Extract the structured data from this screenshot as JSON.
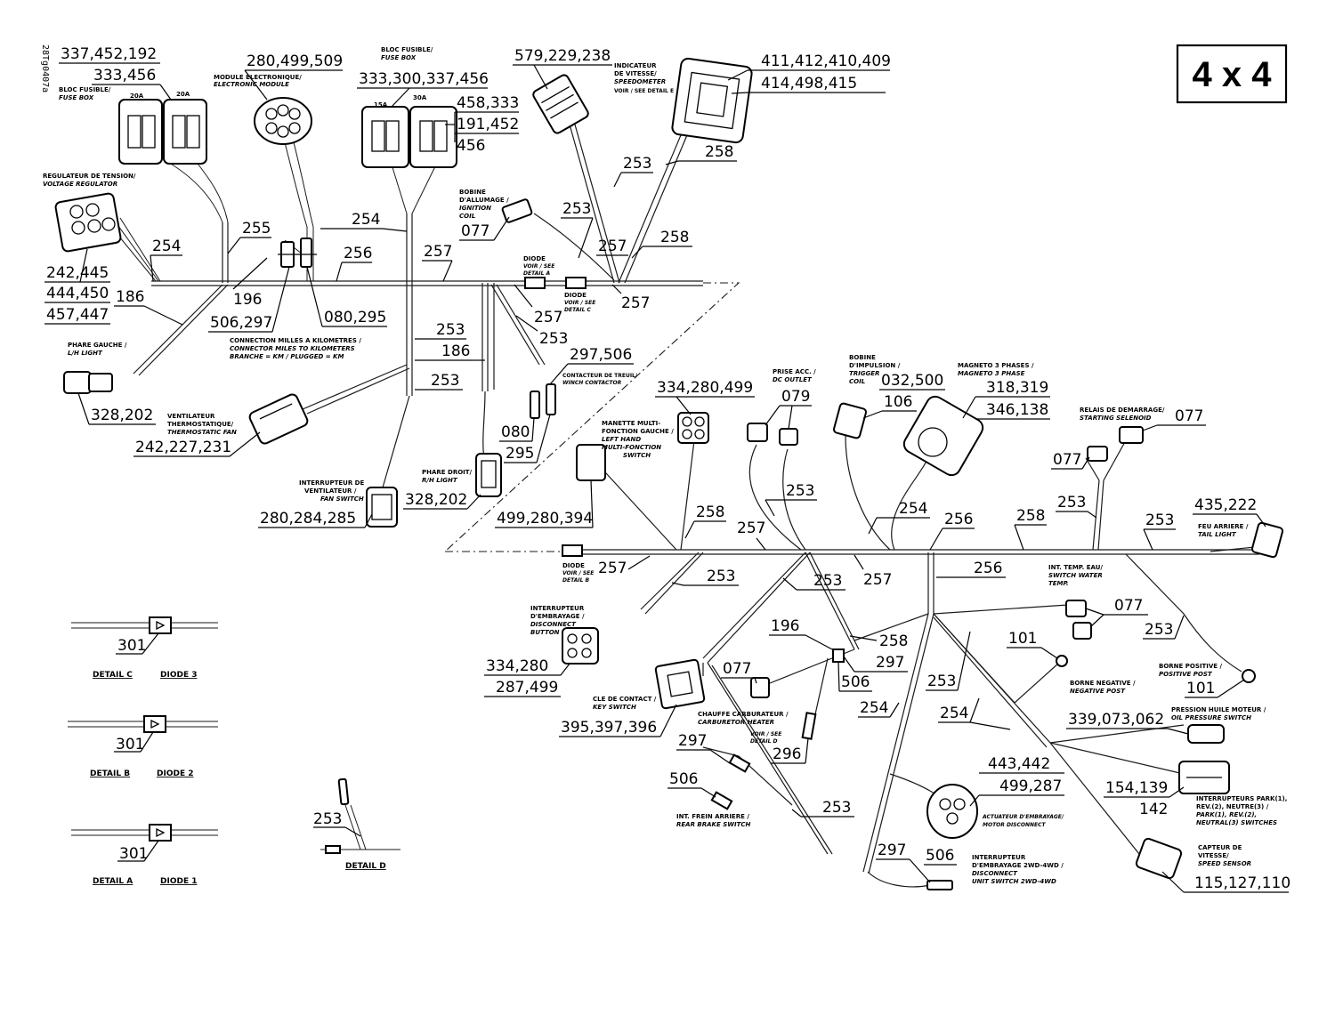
{
  "title": "4 x 4",
  "doc_id": "28Tg0407a",
  "details": [
    {
      "label": "DETAIL C",
      "diode": "DIODE 3",
      "part": "301"
    },
    {
      "label": "DETAIL B",
      "diode": "DIODE 2",
      "part": "301"
    },
    {
      "label": "DETAIL A",
      "diode": "DIODE 1",
      "part": "301"
    },
    {
      "label": "DETAIL D",
      "part": "253"
    }
  ],
  "components": {
    "fuse_box_left": {
      "fr": "BLOC FUSIBLE/",
      "en": "FUSE BOX",
      "amp1": "20A",
      "amp2": "20A",
      "parts_1": "337,452,192",
      "parts_2": "333,456"
    },
    "electronic_module": {
      "fr": "MODULE ELECTRONIQUE/",
      "en": "ELECTRONIC MODULE",
      "parts": "280,499,509"
    },
    "fuse_box_right": {
      "fr": "BLOC FUSIBLE/",
      "en": "FUSE BOX",
      "amp1": "15A",
      "amp2": "30A",
      "parts_1": "333,300,337,456",
      "parts_2": "458,333",
      "parts_3": "191,452",
      "parts_4": "456"
    },
    "speedometer": {
      "fr": "INDICATEUR",
      "fr2": "DE VITESSE/",
      "en": "SPEEDOMETER",
      "note": "VOIR / SEE DETAIL E",
      "parts_1": "411,412,410,409",
      "parts_2": "414,498,415"
    },
    "connector_top": {
      "parts": "579,229,238"
    },
    "voltage_regulator": {
      "fr": "REGULATEUR DE TENSION/",
      "en": "VOLTAGE REGULATOR",
      "parts_1": "242,445",
      "parts_2": "444,450",
      "parts_3": "457,447"
    },
    "ignition_coil": {
      "fr1": "BOBINE",
      "fr2": "D'ALLUMAGE /",
      "en1": "IGNITION",
      "en2": "COIL",
      "parts": "077"
    },
    "diode_a": {
      "t1": "DIODE",
      "t2": "VOIR / SEE",
      "t3": "DETAIL A"
    },
    "diode_c": {
      "t1": "DIODE",
      "t2": "VOIR / SEE",
      "t3": "DETAIL C"
    },
    "diode_b": {
      "t1": "DIODE",
      "t2": "VOIR / SEE",
      "t3": "DETAIL B"
    },
    "lh_light": {
      "fr": "PHARE GAUCHE /",
      "en": "L/H LIGHT",
      "parts": "328,202"
    },
    "miles_km": {
      "fr": "CONNECTION MILLES A KILOMETRES /",
      "en": "CONNECTOR MILES TO KILOMETERS",
      "note": "BRANCHE = KM / PLUGGED = KM",
      "parts_1": "506,297",
      "parts_2": "080,295"
    },
    "fan": {
      "fr1": "VENTILATEUR",
      "fr2": "THERMOSTATIQUE/",
      "en": "THERMOSTATIC FAN",
      "parts": "242,227,231"
    },
    "winch": {
      "t": "CONTACTEUR DE TREUIL/",
      "en": "WINCH CONTACTOR",
      "parts": "297,506"
    },
    "rh_light": {
      "fr": "PHARE DROIT/",
      "en": "R/H LIGHT",
      "parts": "328,202",
      "p1": "080",
      "p2": "295"
    },
    "fan_switch": {
      "fr1": "INTERRUPTEUR DE",
      "fr2": "VENTILATEUR /",
      "en": "FAN SWITCH",
      "parts": "280,284,285"
    },
    "lh_switch": {
      "fr1": "MANETTE MULTI-",
      "fr2": "FONCTION GAUCHE /",
      "en1": "LEFT HAND",
      "en2": "MULTI-FONCTION",
      "en3": "SWITCH",
      "parts_1": "334,280,499",
      "parts_2": "499,280,394"
    },
    "dc_outlet": {
      "fr": "PRISE ACC. /",
      "en": "DC OUTLET",
      "parts": "079"
    },
    "trigger_coil": {
      "fr1": "BOBINE",
      "fr2": "D'IMPULSION /",
      "en1": "TRIGGER",
      "en2": "COIL",
      "parts_1": "032,500",
      "parts_2": "106"
    },
    "magneto": {
      "fr": "MAGNETO 3 PHASES /",
      "en": "MAGNETO 3 PHASE",
      "parts_1": "318,319",
      "parts_2": "346,138"
    },
    "starting_solenoid": {
      "fr": "RELAIS DE DEMARRAGE/",
      "en": "STARTING SELENOID",
      "p1": "077",
      "p2": "077"
    },
    "tail_light": {
      "fr": "FEU ARRIERE /",
      "en": "TAIL LIGHT",
      "parts": "435,222"
    },
    "disconnect_button": {
      "fr1": "INTERRUPTEUR",
      "fr2": "D'EMBRAYAGE /",
      "en1": "DISCONNECT",
      "en2": "BUTTON",
      "parts_1": "334,280",
      "parts_2": "287,499"
    },
    "key_switch": {
      "fr": "CLE DE CONTACT /",
      "en": "KEY SWITCH",
      "parts": "395,397,396"
    },
    "water_temp": {
      "fr": "INT. TEMP. EAU/",
      "en1": "SWITCH WATER",
      "en2": "TEMP.",
      "parts": "077"
    },
    "negative_post": {
      "fr": "BORNE NEGATIVE /",
      "en": "NEGATIVE POST",
      "parts": "101"
    },
    "positive_post": {
      "fr": "BORNE POSITIVE /",
      "en": "POSITIVE POST",
      "parts": "101"
    },
    "oil_pressure": {
      "fr": "PRESSION HUILE MOTEUR /",
      "en": "OIL PRESSURE SWITCH",
      "parts": "339,073,062"
    },
    "carb_heater": {
      "fr": "CHAUFFE CARBURATEUR /",
      "en": "CARBURETOR HEATER",
      "p1": "077",
      "p2": "506"
    },
    "park_switches": {
      "t1": "INTERRUPTEURS PARK(1),",
      "t2": "REV.(2), NEUTRE(3) /",
      "t3": "PARK(1), REV.(2),",
      "t4": "NEUTRAL(3) SWITCHES",
      "parts_1": "154,139",
      "parts_2": "142"
    },
    "motor_disconnect": {
      "fr": "ACTUATEUR D'EMBRAYAGE/",
      "en": "MOTOR DISCONNECT",
      "parts_1": "443,442",
      "parts_2": "499,287"
    },
    "speed_sensor": {
      "fr1": "CAPTEUR DE",
      "fr2": "VITESSE/",
      "en": "SPEED SENSOR",
      "parts": "115,127,110"
    },
    "rear_brake": {
      "fr": "INT. FREIN ARRIERE /",
      "en": "REAR BRAKE SWITCH",
      "p1": "297",
      "p2": "506"
    },
    "unit_switch": {
      "t1": "INTERRUPTEUR",
      "t2": "D'EMBRAYAGE 2WD-4WD /",
      "t3": "DISCONNECT",
      "t4": "UNIT SWITCH 2WD-4WD",
      "p1": "297",
      "p2": "506"
    },
    "detail_d_ref": {
      "t1": "VOIR / SEE",
      "t2": "DETAIL D",
      "p": "296"
    }
  },
  "wire_labels": {
    "w186a": "186",
    "w254a": "254",
    "w255": "255",
    "w196a": "196",
    "w254b": "254",
    "w256a": "256",
    "w257a": "257",
    "w253a": "253",
    "w257b": "257",
    "w258a": "258",
    "w253b": "253",
    "w258b": "258",
    "w257c": "257",
    "w257d": "257",
    "w253c": "253",
    "w186b": "186",
    "w253d": "253",
    "w253e": "253",
    "w258c": "258",
    "w257e": "257",
    "w253f": "253",
    "w254c": "254",
    "w256b": "256",
    "w258d": "258",
    "w253g": "253",
    "w253h": "253",
    "w257f": "257",
    "w253i": "253",
    "w253j": "253",
    "w257g": "257",
    "w256c": "256",
    "w253k": "253",
    "w196b": "196",
    "w258e": "258",
    "w297a": "297",
    "w253l": "253",
    "w254d": "254",
    "w254e": "254",
    "w253m": "253"
  }
}
